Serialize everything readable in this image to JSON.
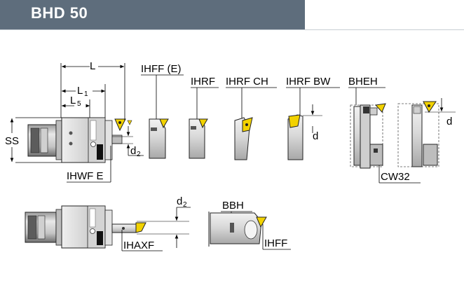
{
  "header": {
    "title": "BHD 50",
    "colors": {
      "bar": "#5e6d7c",
      "text": "#ffffff"
    }
  },
  "dimensions": {
    "L": "L",
    "L1_main": "L",
    "L1_sub": "1",
    "L5_main": "L",
    "L5_sub": "5",
    "SS": "SS",
    "d2_top_main": "d",
    "d2_top_sub": "2",
    "d2_bottom_main": "d",
    "d2_bottom_sub": "2",
    "d_mid": "d",
    "d_right": "d"
  },
  "labels": {
    "ihff_e": "IHFF (E)",
    "ihrf": "IHRF",
    "ihrf_ch": "IHRF CH",
    "ihrf_bw": "IHRF BW",
    "bheh": "BHEH",
    "ihwf_e": "IHWF E",
    "cw32": "CW32",
    "ihaxf": "IHAXF",
    "bbh": "BBH",
    "ihff": "IHFF"
  },
  "colors": {
    "insert": "#f2d200",
    "body_light": "#e6e6e6",
    "body_mid": "#cfcfcf",
    "body_dark": "#8a8a8a",
    "outline": "#222222"
  }
}
